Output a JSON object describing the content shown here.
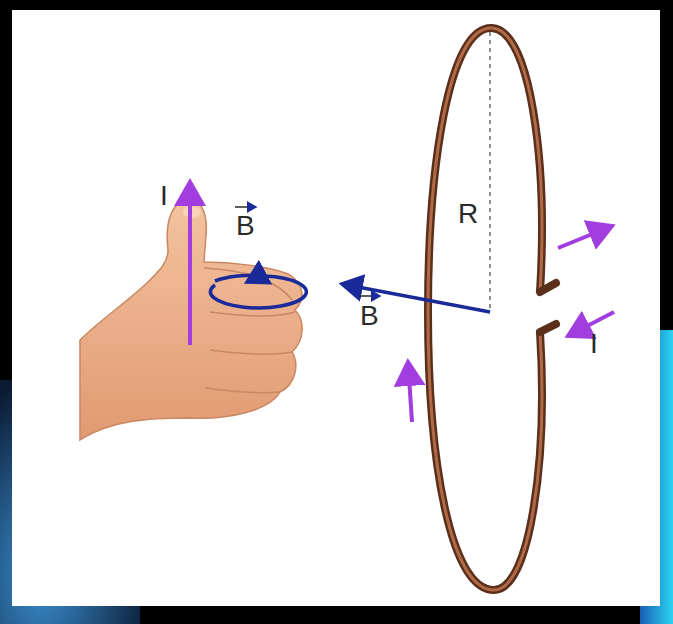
{
  "diagram": {
    "labels": [
      "I",
      "B",
      "R",
      "B",
      "I"
    ]
  }
}
